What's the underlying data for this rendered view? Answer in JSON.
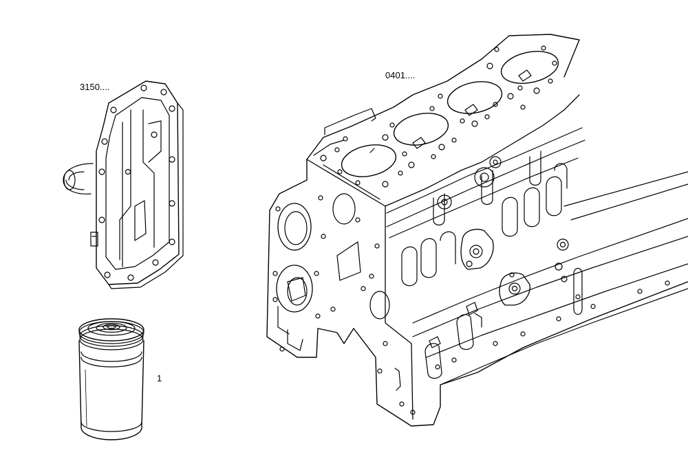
{
  "diagram": {
    "callouts": {
      "cover_part": "3150....",
      "block_part": "0401....",
      "filter_part": "1"
    },
    "line_color": "#000000",
    "background": "#ffffff"
  }
}
